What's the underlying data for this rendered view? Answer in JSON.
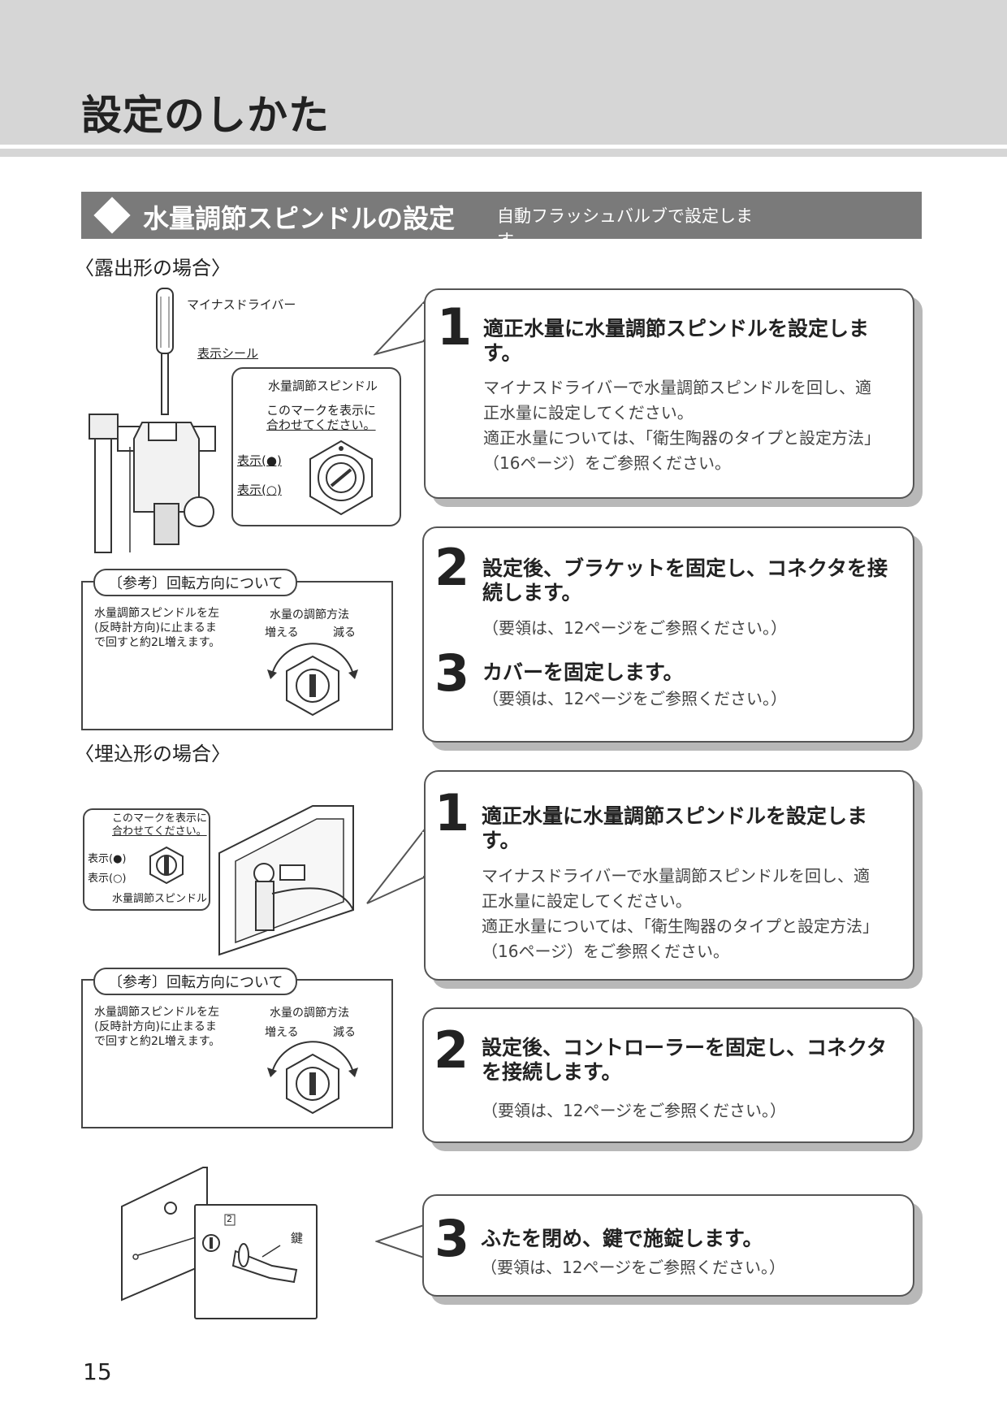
{
  "header": {
    "title": "設定のしかた"
  },
  "section": {
    "title": "水量調節スピンドルの設定",
    "subtitle": "自動フラッシュバルブで設定します。"
  },
  "exposed": {
    "label": "〈露出形の場合〉",
    "figure": {
      "screwdriver_label": "マイナスドライバー",
      "seal_label": "表示シール",
      "spindle_label": "水量調節スピンドル",
      "mark_note_1": "このマークを表示に",
      "mark_note_2": "合わせてください。",
      "display_filled": "表示(●)",
      "display_open": "表示(○)"
    },
    "reference": {
      "tab": "〔参考〕回転方向について",
      "text_1": "水量調節スピンドルを左",
      "text_2": "(反時計方向)に止まるま",
      "text_3": "で回すと約2L増えます。",
      "method": "水量の調節方法",
      "increase": "増える",
      "decrease": "減る"
    },
    "steps": [
      {
        "num": "1",
        "title": "適正水量に水量調節スピンドルを設定します。",
        "body": [
          "マイナスドライバーで水量調節スピンドルを回し、適",
          "正水量に設定してください。",
          "適正水量については、「衛生陶器のタイプと設定方法」",
          "（16ページ）をご参照ください。"
        ]
      },
      {
        "num": "2",
        "title": "設定後、ブラケットを固定し、コネクタを接続します。",
        "body": [
          "（要領は、12ページをご参照ください。）"
        ]
      },
      {
        "num": "3",
        "title": "カバーを固定します。",
        "body": [
          "（要領は、12ページをご参照ください。）"
        ]
      }
    ]
  },
  "embedded": {
    "label": "〈埋込形の場合〉",
    "figure": {
      "mark_note_1": "このマークを表示に",
      "mark_note_2": "合わせてください。",
      "display_filled": "表示(●)",
      "display_open": "表示(○)",
      "spindle_label": "水量調節スピンドル",
      "key_label": "鍵",
      "inset_number": "2"
    },
    "reference": {
      "tab": "〔参考〕回転方向について",
      "text_1": "水量調節スピンドルを左",
      "text_2": "(反時計方向)に止まるま",
      "text_3": "で回すと約2L増えます。",
      "method": "水量の調節方法",
      "increase": "増える",
      "decrease": "減る"
    },
    "steps": [
      {
        "num": "1",
        "title": "適正水量に水量調節スピンドルを設定します。",
        "body": [
          "マイナスドライバーで水量調節スピンドルを回し、適",
          "正水量に設定してください。",
          "適正水量については、「衛生陶器のタイプと設定方法」",
          "（16ページ）をご参照ください。"
        ]
      },
      {
        "num": "2",
        "title": "設定後、コントローラーを固定し、コネクタを接続します。",
        "body": [
          "（要領は、12ページをご参照ください。）"
        ]
      },
      {
        "num": "3",
        "title": "ふたを閉め、鍵で施錠します。",
        "body": [
          "（要領は、12ページをご参照ください。）"
        ]
      }
    ]
  },
  "page_number": "15"
}
